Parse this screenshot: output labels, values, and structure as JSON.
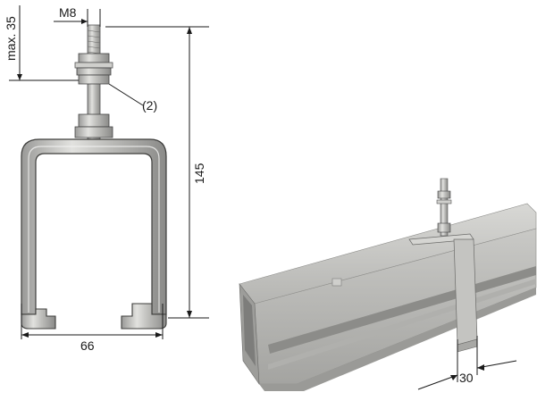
{
  "labels": {
    "thread": "M8",
    "max_adjust": "max. 35",
    "part_number": "(2)",
    "height": "145",
    "width": "66",
    "clamp_width": "30"
  }
}
